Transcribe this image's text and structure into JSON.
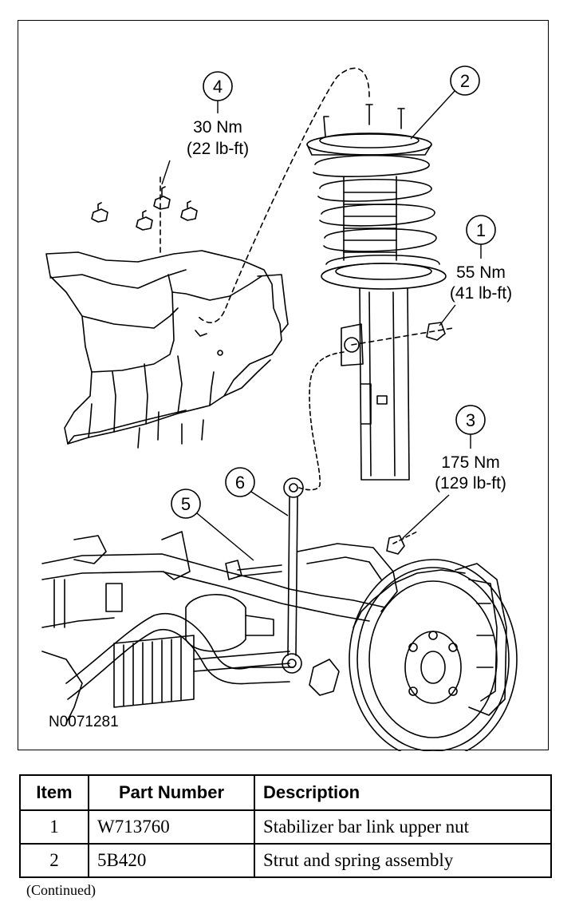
{
  "figure": {
    "id": "N0071281",
    "callouts": [
      {
        "num": "1",
        "torque_nm": "55 Nm",
        "torque_lbft": "(41 lb-ft)"
      },
      {
        "num": "2"
      },
      {
        "num": "3",
        "torque_nm": "175 Nm",
        "torque_lbft": "(129 lb-ft)"
      },
      {
        "num": "4",
        "torque_nm": "30 Nm",
        "torque_lbft": "(22 lb-ft)"
      },
      {
        "num": "5"
      },
      {
        "num": "6"
      }
    ]
  },
  "table": {
    "headers": {
      "item": "Item",
      "part_number": "Part Number",
      "description": "Description"
    },
    "rows": [
      {
        "item": "1",
        "part_number": "W713760",
        "description": "Stabilizer bar link upper nut"
      },
      {
        "item": "2",
        "part_number": "5B420",
        "description": "Strut and spring assembly"
      }
    ]
  },
  "continued": "(Continued)"
}
